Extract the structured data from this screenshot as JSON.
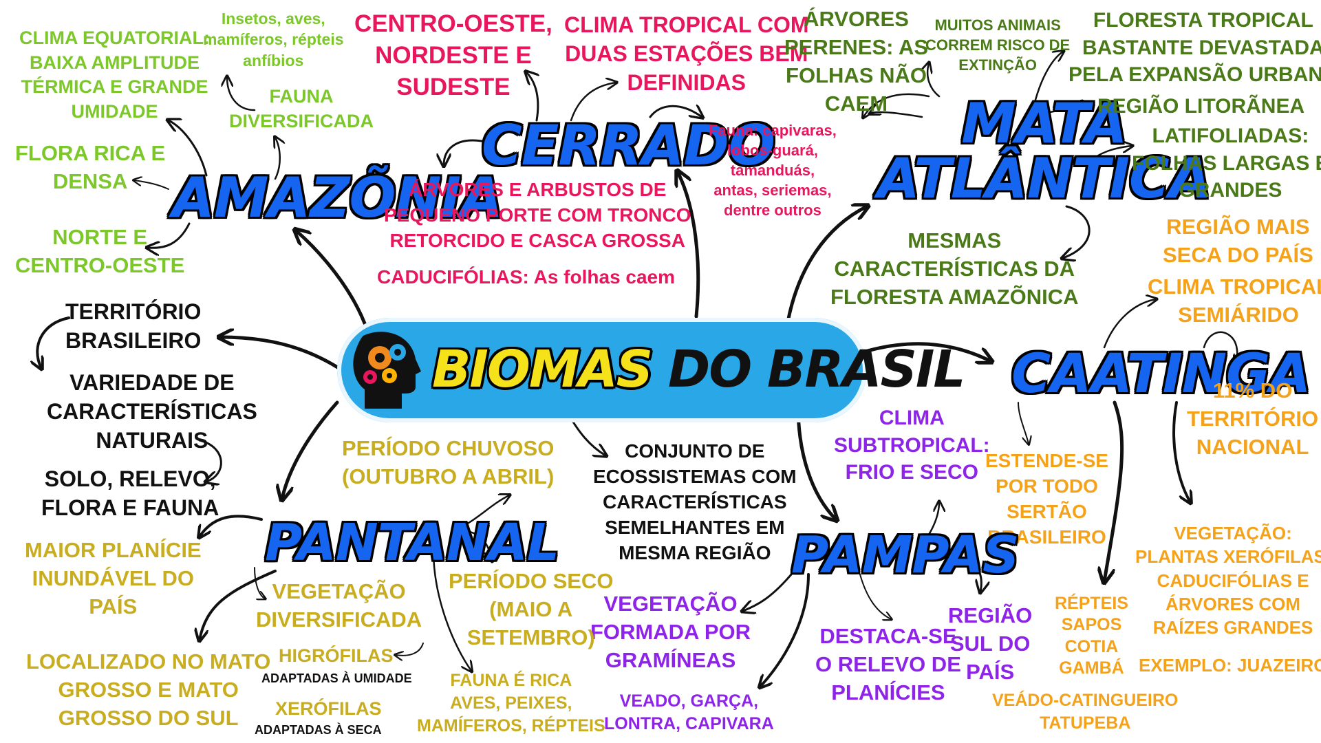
{
  "title": {
    "part1": "BIOMAS",
    "part2": " DO BRASIL",
    "icon": "brain-gears-icon"
  },
  "colors": {
    "biome_title": "#1565f0",
    "center_pill": "#2aa7e6",
    "title_accent": "#f6e21a",
    "amazonia_notes": "#7cc72a",
    "cerrado_notes": "#e8175d",
    "mata_notes": "#4a7a18",
    "caatinga_notes": "#f5a21b",
    "pampas_notes": "#8e24e8",
    "pantanal_notes": "#c9ad20",
    "general_notes": "#111111"
  },
  "general": {
    "territorio": [
      "TERRITÓRIO",
      "BRASILEIRO"
    ],
    "variedade": [
      "VARIEDADE DE",
      "CARACTERÍSTICAS",
      "NATURAIS"
    ],
    "solo": [
      "SOLO, RELEVO,",
      "FLORA E FAUNA"
    ],
    "conjunto": [
      "CONJUNTO DE",
      "ECOSSISTEMAS COM",
      "CARACTERÍSTICAS",
      "SEMELHANTES EM",
      "MESMA REGIÃO"
    ]
  },
  "amazonia": {
    "name": "AMAZÕNIA",
    "clima": [
      "CLIMA EQUATORIAL:",
      "BAIXA AMPLITUDE",
      "TÉRMICA E GRANDE",
      "UMIDADE"
    ],
    "insetos": [
      "Insetos, aves,",
      "mamíferos, répteis",
      "anfíbios"
    ],
    "fauna": [
      "FAUNA",
      "DIVERSIFICADA"
    ],
    "flora": [
      "FLORA RICA E",
      "DENSA"
    ],
    "regiao": [
      "NORTE E",
      "CENTRO-OESTE"
    ]
  },
  "cerrado": {
    "name": "CERRADO",
    "regiao": [
      "CENTRO-OESTE,",
      "NORDESTE E",
      "SUDESTE"
    ],
    "clima": [
      "CLIMA TROPICAL COM",
      "DUAS ESTAÇÕES BEM",
      "DEFINIDAS"
    ],
    "fauna": [
      "Fauna: capivaras,",
      "lobos-guará,",
      "tamanduás,",
      "antas, seriemas,",
      "dentre outros"
    ],
    "arvores": [
      "ÁRVORES E ARBUSTOS DE",
      "PEQUENO PORTE COM TRONCO",
      "RETORCIDO E CASCA GROSSA"
    ],
    "caducifolias": "CADUCIFÓLIAS: As folhas caem"
  },
  "mata_atlantica": {
    "name": [
      "MATA",
      "ATLÂNTICA"
    ],
    "arvores": [
      "ÁRVORES",
      "PERENES: AS",
      "FOLHAS NÃO",
      "CAEM"
    ],
    "animais": [
      "MUITOS ANIMAIS",
      "CORREM RISCO DE",
      "EXTINÇÃO"
    ],
    "floresta": [
      "FLORESTA TROPICAL",
      "BASTANTE DEVASTADA",
      "PELA EXPANSÃO URBANA"
    ],
    "regiao": "REGIÃO LITORÃNEA",
    "latifoliadas": [
      "LATIFOLIADAS:",
      "FOLHAS LARGAS E",
      "GRANDES"
    ],
    "mesmas": [
      "MESMAS",
      "CARACTERÍSTICAS DA",
      "FLORESTA AMAZÕNICA"
    ]
  },
  "caatinga": {
    "name": "CAATINGA",
    "regiao": [
      "REGIÃO MAIS",
      "SECA DO PAÍS"
    ],
    "clima": [
      "CLIMA TROPICAL",
      "SEMIÁRIDO"
    ],
    "territorio": [
      "11% DO",
      "TERRITÓRIO",
      "NACIONAL"
    ],
    "estende": [
      "ESTENDE-SE",
      "POR TODO",
      "SERTÃO",
      "BRASILEIRO"
    ],
    "repteis": [
      "RÉPTEIS",
      "SAPOS",
      "COTIA",
      "GAMBÁ"
    ],
    "veado": [
      "VEÁDO-CATINGUEIRO",
      "TATUPEBA"
    ],
    "vegetacao": [
      "VEGETAÇÃO:",
      "PLANTAS XERÓFILAS,",
      "CADUCIFÓLIAS E",
      "ÁRVORES COM",
      "RAÍZES GRANDES"
    ],
    "exemplo": "EXEMPLO: JUAZEIRO"
  },
  "pampas": {
    "name": "PAMPAS",
    "clima": [
      "CLIMA",
      "SUBTROPICAL:",
      "FRIO E SECO"
    ],
    "vegetacao": [
      "VEGETAÇÃO",
      "FORMADA POR",
      "GRAMÍNEAS"
    ],
    "animais": [
      "VEADO, GARÇA,",
      "LONTRA, CAPIVARA"
    ],
    "relevo": [
      "DESTACA-SE",
      "O RELEVO DE",
      "PLANÍCIES"
    ],
    "regiao": [
      "REGIÃO",
      "SUL DO",
      "PAÍS"
    ]
  },
  "pantanal": {
    "name": "PANTANAL",
    "chuvoso": [
      "PERÍODO CHUVOSO",
      "(OUTUBRO A ABRIL)"
    ],
    "seco": [
      "PERÍODO SECO",
      "(MAIO A",
      "SETEMBRO)"
    ],
    "planicie": [
      "MAIOR PLANÍCIE",
      "INUNDÁVEL DO",
      "PAÍS"
    ],
    "vegetacao": [
      "VEGETAÇÃO",
      "DIVERSIFICADA"
    ],
    "higrofilas": "HIGRÓFILAS",
    "higro_sub": "ADAPTADAS À UMIDADE",
    "xerofilas": "XERÓFILAS",
    "xero_sub": "ADAPTADAS À SECA",
    "localizado": [
      "LOCALIZADO NO MATO",
      "GROSSO E MATO",
      "GROSSO DO SUL"
    ],
    "fauna": [
      "FAUNA É RICA",
      "AVES, PEIXES,",
      "MAMÍFEROS, RÉPTEIS"
    ]
  }
}
